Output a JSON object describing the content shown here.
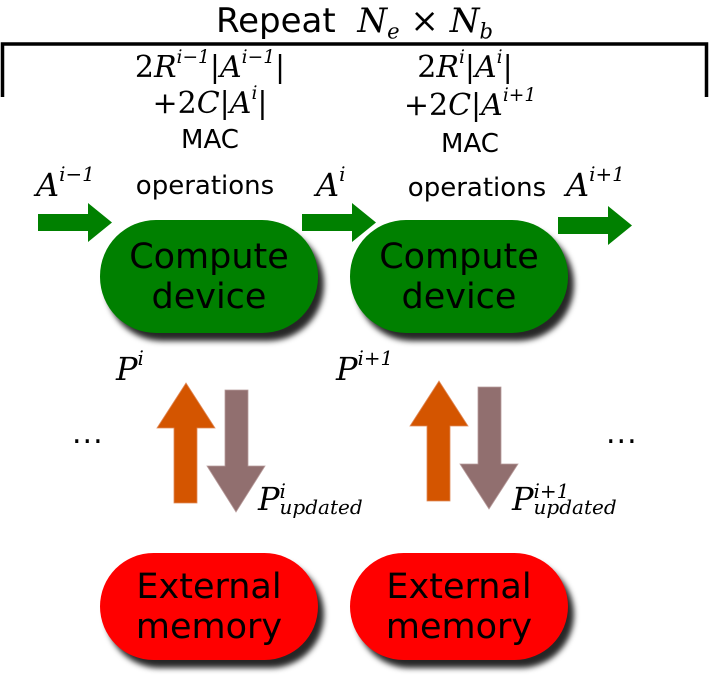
{
  "title": {
    "word": "Repeat",
    "n1_base": "N",
    "n1_sub": "e",
    "times": "×",
    "n2_base": "N",
    "n2_sub": "b"
  },
  "stages": [
    {
      "cost_line1": {
        "coef": "2",
        "var": "R",
        "sup": "i−1",
        "abs_open": "|",
        "abs_var": "A",
        "abs_sup": "i−1",
        "abs_close": "|"
      },
      "cost_line2": {
        "prefix": "+2",
        "var": "C",
        "abs_open": "|",
        "abs_var": "A",
        "abs_sup": "i",
        "abs_close": "|"
      },
      "cost_unit_line1": "MAC",
      "cost_unit_line2": "operations",
      "input_activation": {
        "base": "A",
        "sup": "i−1"
      },
      "compute_label_line1": "Compute",
      "compute_label_line2": "device",
      "param_in": {
        "base": "P",
        "sup": "i"
      },
      "param_out": {
        "base": "P",
        "sup": "i",
        "sub": "updated"
      },
      "memory_label_line1": "External",
      "memory_label_line2": "memory"
    },
    {
      "cost_line1": {
        "coef": "2",
        "var": "R",
        "sup": "i",
        "abs_open": "|",
        "abs_var": "A",
        "abs_sup": "i",
        "abs_close": "|"
      },
      "cost_line2": {
        "prefix": "+2",
        "var": "C",
        "abs_open": "|",
        "abs_var": "A",
        "abs_sup": "i+1",
        "abs_close": ""
      },
      "cost_unit_line1": "MAC",
      "cost_unit_line2": "operations",
      "input_activation": {
        "base": "A",
        "sup": "i"
      },
      "compute_label_line1": "Compute",
      "compute_label_line2": "device",
      "param_in": {
        "base": "P",
        "sup": "i+1"
      },
      "param_out": {
        "base": "P",
        "sup": "i+1",
        "sub": "updated"
      },
      "memory_label_line1": "External",
      "memory_label_line2": "memory"
    }
  ],
  "output_activation": {
    "base": "A",
    "sup": "i+1"
  },
  "ellipsis_left": "...",
  "ellipsis_right": "...",
  "colors": {
    "compute": "#008000",
    "memory": "#ff0000",
    "activation_arrow": "#008000",
    "param_load_arrow": "#d45500",
    "param_store_arrow": "#916f6f",
    "bracket": "#000000"
  }
}
